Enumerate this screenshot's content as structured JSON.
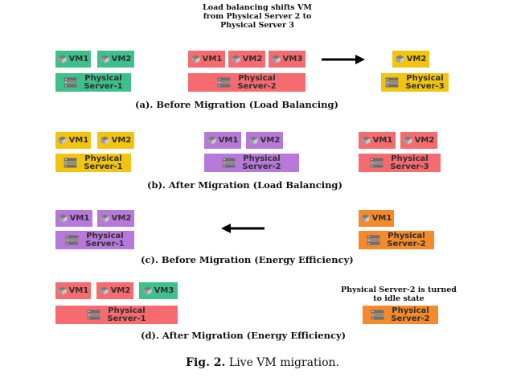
{
  "labels": {
    "vm1": "VM1",
    "vm2": "VM2",
    "vm3": "VM3",
    "physical": "Physical",
    "server1": "Server-1",
    "server2": "Server-2",
    "server3": "Server-3"
  },
  "panel_a": {
    "note_line1": "Load balancing shifts VM",
    "note_line2": "from Physical Server 2 to",
    "note_line3": "Physical Server 3",
    "caption": "(a). Before Migration (Load Balancing)"
  },
  "panel_b": {
    "caption": "(b). After Migration (Load Balancing)"
  },
  "panel_c": {
    "caption": "(c). Before Migration (Energy Efficiency)"
  },
  "panel_d": {
    "note_line1": "Physical Server-2 is turned",
    "note_line2": "to idle state",
    "caption": "(d). After Migration (Energy Efficiency)"
  },
  "figure": {
    "label": "Fig. 2.",
    "text": "Live VM migration."
  },
  "colors": {
    "green": "#3fbf8b",
    "yellow": "#f2c40f",
    "red": "#f56b6f",
    "purple": "#b779d9",
    "orange": "#f48a29"
  },
  "icons": {
    "vm": "cube-icon",
    "server": "server-rack-icon",
    "arrow": "arrow-icon"
  }
}
